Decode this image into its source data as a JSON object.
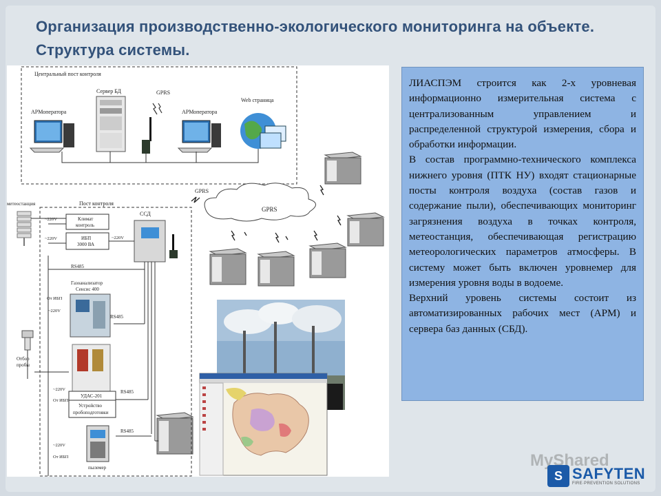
{
  "slide": {
    "title": "Организация производственно-экологического мониторинга на объекте. Структура системы."
  },
  "diagram": {
    "central_post_label": "Центральный пост контроля",
    "server_label": "Сервер БД",
    "gprs_top_label": "GPRS",
    "arm_left_label": "АРМоператора",
    "arm_right_label": "АРМоператора",
    "web_label": "Web страница",
    "gprs_small_label": "GPRS",
    "gprs_cloud_label": "GPRS",
    "meteo_label": "метеостанция",
    "control_post_label": "Пост контроля",
    "ssd_label": "ССД",
    "v220_a": "~220V",
    "klimat_label_1": "Климат",
    "klimat_label_2": "контроль",
    "v220_b": "~220V",
    "ibp_label_1": "ИБП",
    "ibp_label_2": "3000 ВА",
    "v220_c": "~220V",
    "rs485_a": "RS485",
    "gas_label_1": "Газоанализатор",
    "gas_label_2": "Сенсис 400",
    "from_ibp_a": "От ИБП",
    "v220_d": "~220V",
    "rs485_b": "RS485",
    "sample_label_1": "Отбор",
    "sample_label_2": "пробы",
    "v220_e": "~220V",
    "from_ibp_b": "От ИБП",
    "udas_label": "УДАС-201",
    "prep_label_1": "Устройство",
    "prep_label_2": "пробоподготовки",
    "rs485_c": "RS485",
    "v220_f": "~220V",
    "from_ibp_c": "От ИБП",
    "rs485_d": "RS485",
    "dust_label": "пылемер"
  },
  "info": {
    "paragraphs": [
      "ЛИАСПЭМ строится как 2-х уровневая информационно измерительная система с централизованным управлением и распределенной структурой измерения, сбора и обработки информации.",
      "В состав программно-технического комплекса нижнего уровня (ПТК НУ) входят стационарные посты контроля воздуха (состав газов и содержание пыли), обеспечивающих мониторинг загрязнения воздуха в точках контроля, метеостанция, обеспечивающая регистрацию метеорологических параметров атмосферы. В систему может быть включен уровнемер для измерения уровня воды в водоеме.",
      "Верхний уровень системы состоит из автоматизированных рабочих мест (АРМ) и сервера баз данных (СБД)."
    ]
  },
  "footer": {
    "watermark": "MyShared",
    "brand_name": "SAFYTEN",
    "brand_sub": "FIRE·PREVENTION SOLUTIONS",
    "brand_letter": "S"
  },
  "colors": {
    "title": "#33527a",
    "infobox_bg": "#8eb4e3",
    "brand": "#1b5aa8"
  }
}
